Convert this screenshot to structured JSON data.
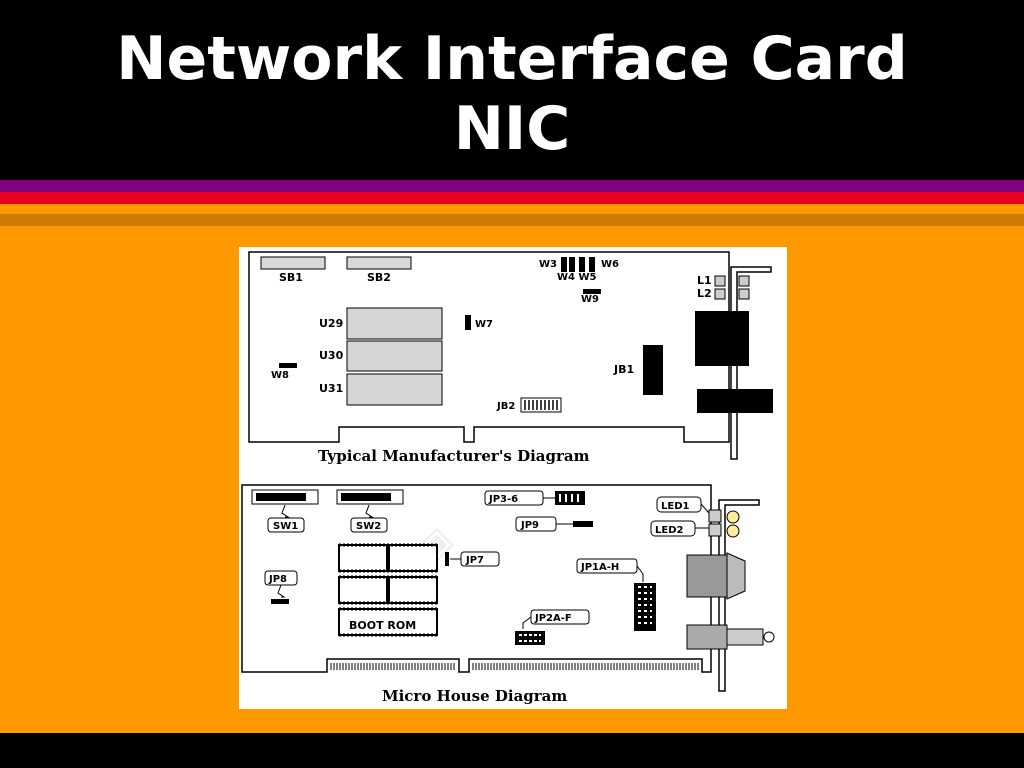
{
  "slide": {
    "title_line1": "Network Interface Card",
    "title_line2": "NIC"
  },
  "colors": {
    "header_bg": "#000000",
    "body_bg": "#ff9900",
    "stripe_purple": "#800080",
    "stripe_red": "#e8001e",
    "stripe_orange_dark": "#cc7a00",
    "title_text": "#ffffff"
  },
  "diagram_top": {
    "caption": "Typical Manufacturer's Diagram",
    "labels": {
      "sb1": "SB1",
      "sb2": "SB2",
      "w3": "W3",
      "w6": "W6",
      "w4w5": "W4 W5",
      "w9": "W9",
      "l1": "L1",
      "l2": "L2",
      "u29": "U29",
      "u30": "U30",
      "u31": "U31",
      "w7": "W7",
      "w8": "W8",
      "jb1": "JB1",
      "jb2": "JB2"
    }
  },
  "diagram_bottom": {
    "caption": "Micro House Diagram",
    "labels": {
      "sw1": "SW1",
      "sw2": "SW2",
      "jp36": "JP3-6",
      "jp9": "JP9",
      "jp7": "JP7",
      "jp8": "JP8",
      "jp1ah": "JP1A-H",
      "jp2af": "JP2A-F",
      "led1": "LED1",
      "led2": "LED2",
      "boot_rom": "BOOT ROM"
    }
  }
}
